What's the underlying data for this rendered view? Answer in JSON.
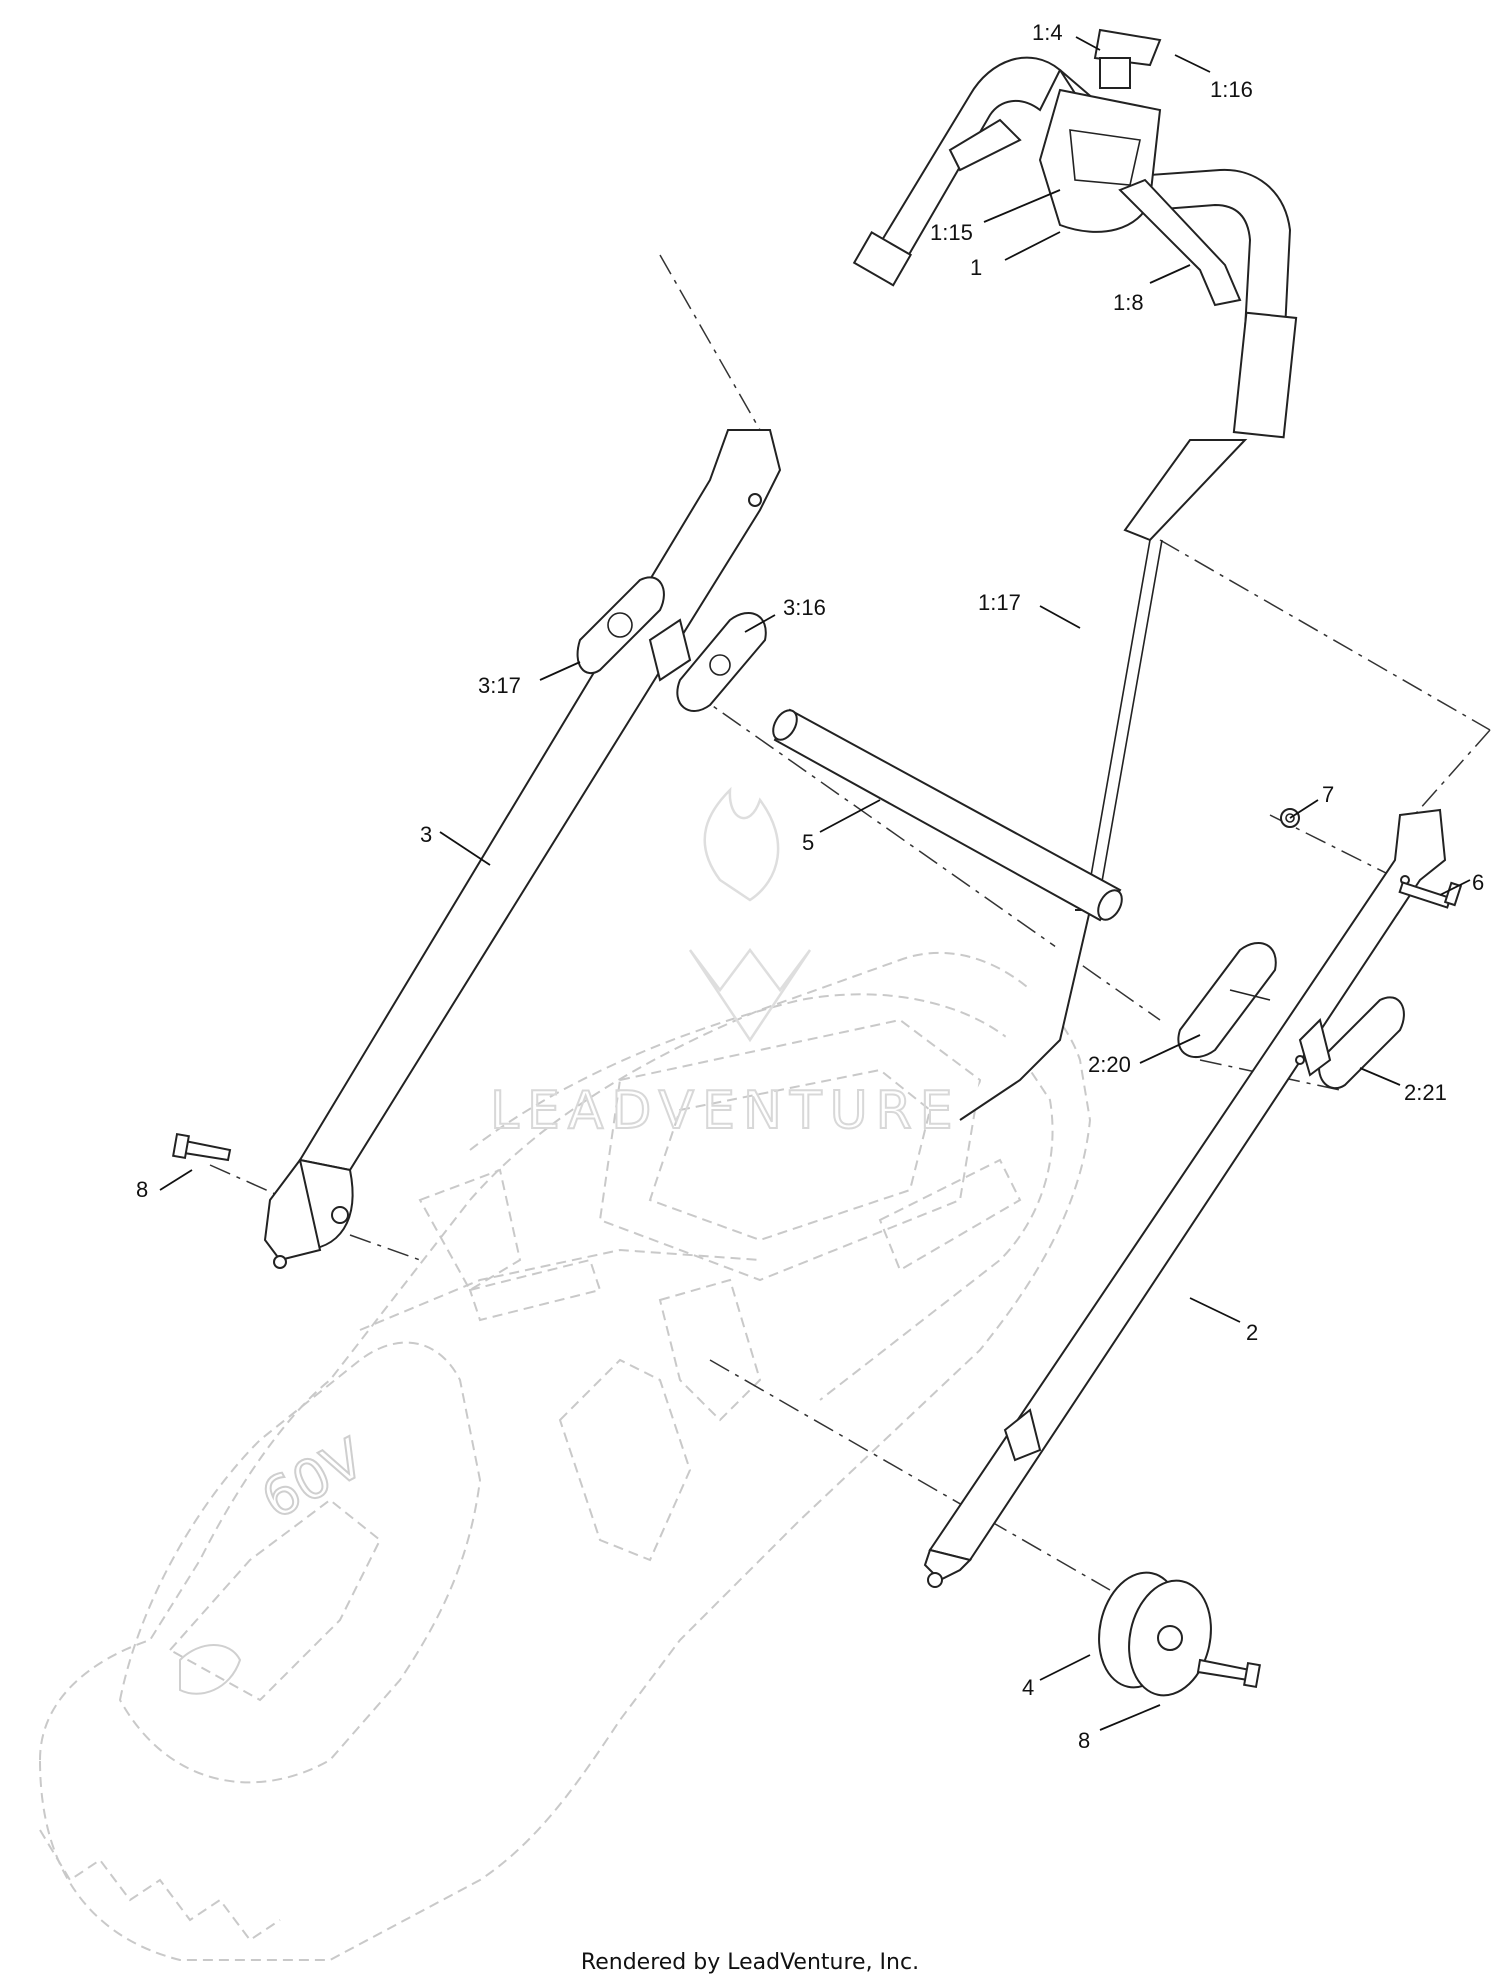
{
  "diagram": {
    "watermark_text": "LEADVENTURE",
    "deck_brand_text": "60V",
    "footer_text": "Rendered by LeadVenture, Inc.",
    "callouts": [
      {
        "id": "c-1-4",
        "label": "1:4"
      },
      {
        "id": "c-1-16",
        "label": "1:16"
      },
      {
        "id": "c-1-15",
        "label": "1:15"
      },
      {
        "id": "c-1",
        "label": "1"
      },
      {
        "id": "c-1-8",
        "label": "1:8"
      },
      {
        "id": "c-3-16",
        "label": "3:16"
      },
      {
        "id": "c-1-17",
        "label": "1:17"
      },
      {
        "id": "c-3-17",
        "label": "3:17"
      },
      {
        "id": "c-7",
        "label": "7"
      },
      {
        "id": "c-3",
        "label": "3"
      },
      {
        "id": "c-5",
        "label": "5"
      },
      {
        "id": "c-6",
        "label": "6"
      },
      {
        "id": "c-2-20",
        "label": "2:20"
      },
      {
        "id": "c-2-21",
        "label": "2:21"
      },
      {
        "id": "c-8a",
        "label": "8"
      },
      {
        "id": "c-2",
        "label": "2"
      },
      {
        "id": "c-4",
        "label": "4"
      },
      {
        "id": "c-8b",
        "label": "8"
      }
    ]
  }
}
